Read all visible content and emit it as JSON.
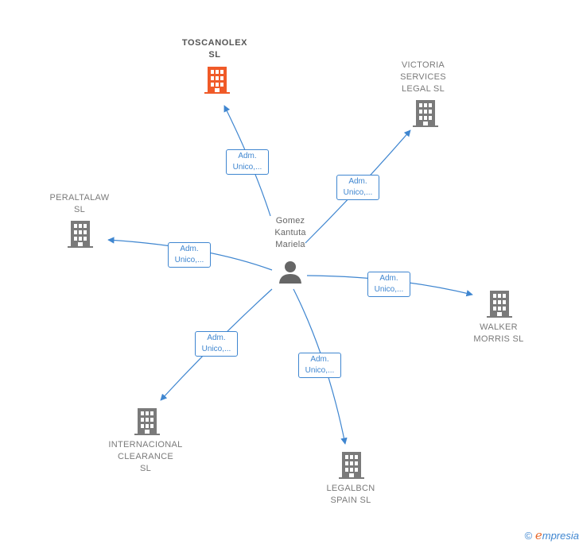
{
  "center": {
    "name": "Gomez\nKantuta\nMariela",
    "icon": "person-icon"
  },
  "companies": [
    {
      "id": "toscanolex",
      "name": "TOSCANOLEX\nSL",
      "highlight": true,
      "icon": "building-icon",
      "role": "Adm.\nUnico,..."
    },
    {
      "id": "victoria",
      "name": "VICTORIA\nSERVICES\nLEGAL  SL",
      "highlight": false,
      "icon": "building-icon",
      "role": "Adm.\nUnico,..."
    },
    {
      "id": "peraltalaw",
      "name": "PERALTALAW\nSL",
      "highlight": false,
      "icon": "building-icon",
      "role": "Adm.\nUnico,..."
    },
    {
      "id": "walker",
      "name": "WALKER\nMORRIS  SL",
      "highlight": false,
      "icon": "building-icon",
      "role": "Adm.\nUnico,..."
    },
    {
      "id": "internacional",
      "name": "INTERNACIONAL\nCLEARANCE\nSL",
      "highlight": false,
      "icon": "building-icon",
      "role": "Adm.\nUnico,..."
    },
    {
      "id": "legalbcn",
      "name": "LEGALBCN\nSPAIN  SL",
      "highlight": false,
      "icon": "building-icon",
      "role": "Adm.\nUnico,..."
    }
  ],
  "colors": {
    "accent": "#3f86d0",
    "highlight": "#f05a28",
    "building": "#7a7a7a",
    "person": "#666666"
  },
  "footer": {
    "copyright": "©",
    "brand_e": "e",
    "brand_rest": "mpresia"
  }
}
